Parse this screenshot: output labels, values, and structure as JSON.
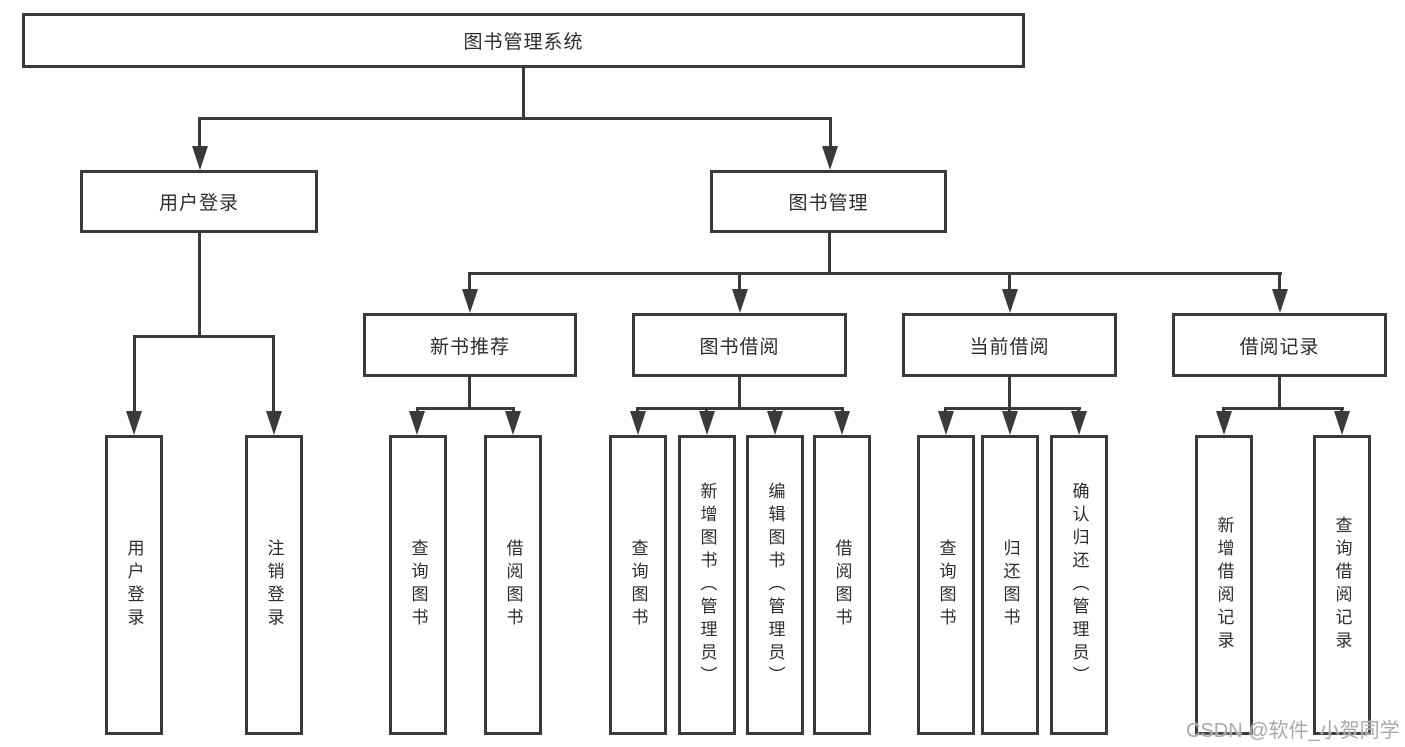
{
  "diagram": {
    "nodes": {
      "root": "图书管理系统",
      "user_login": "用户登录",
      "book_mgmt": "图书管理",
      "new_book": "新书推荐",
      "book_borrow": "图书借阅",
      "current_borrow": "当前借阅",
      "borrow_record": "借阅记录"
    },
    "leaves": {
      "user_login": [
        "用户登录",
        "注销登录"
      ],
      "new_book": [
        "查询图书",
        "借阅图书"
      ],
      "book_borrow": [
        "查询图书",
        "新增图书（管理员）",
        "编辑图书（管理员）",
        "借阅图书"
      ],
      "current_borrow": [
        "查询图书",
        "归还图书",
        "确认归还（管理员）"
      ],
      "borrow_record": [
        "新增借阅记录",
        "查询借阅记录"
      ]
    },
    "colors": {
      "line": "#3a3a3a",
      "text": "#2d2d2d",
      "background": "#ffffff",
      "watermark": "#a9a9a9"
    }
  },
  "watermark": "CSDN @软件_小贺同学"
}
